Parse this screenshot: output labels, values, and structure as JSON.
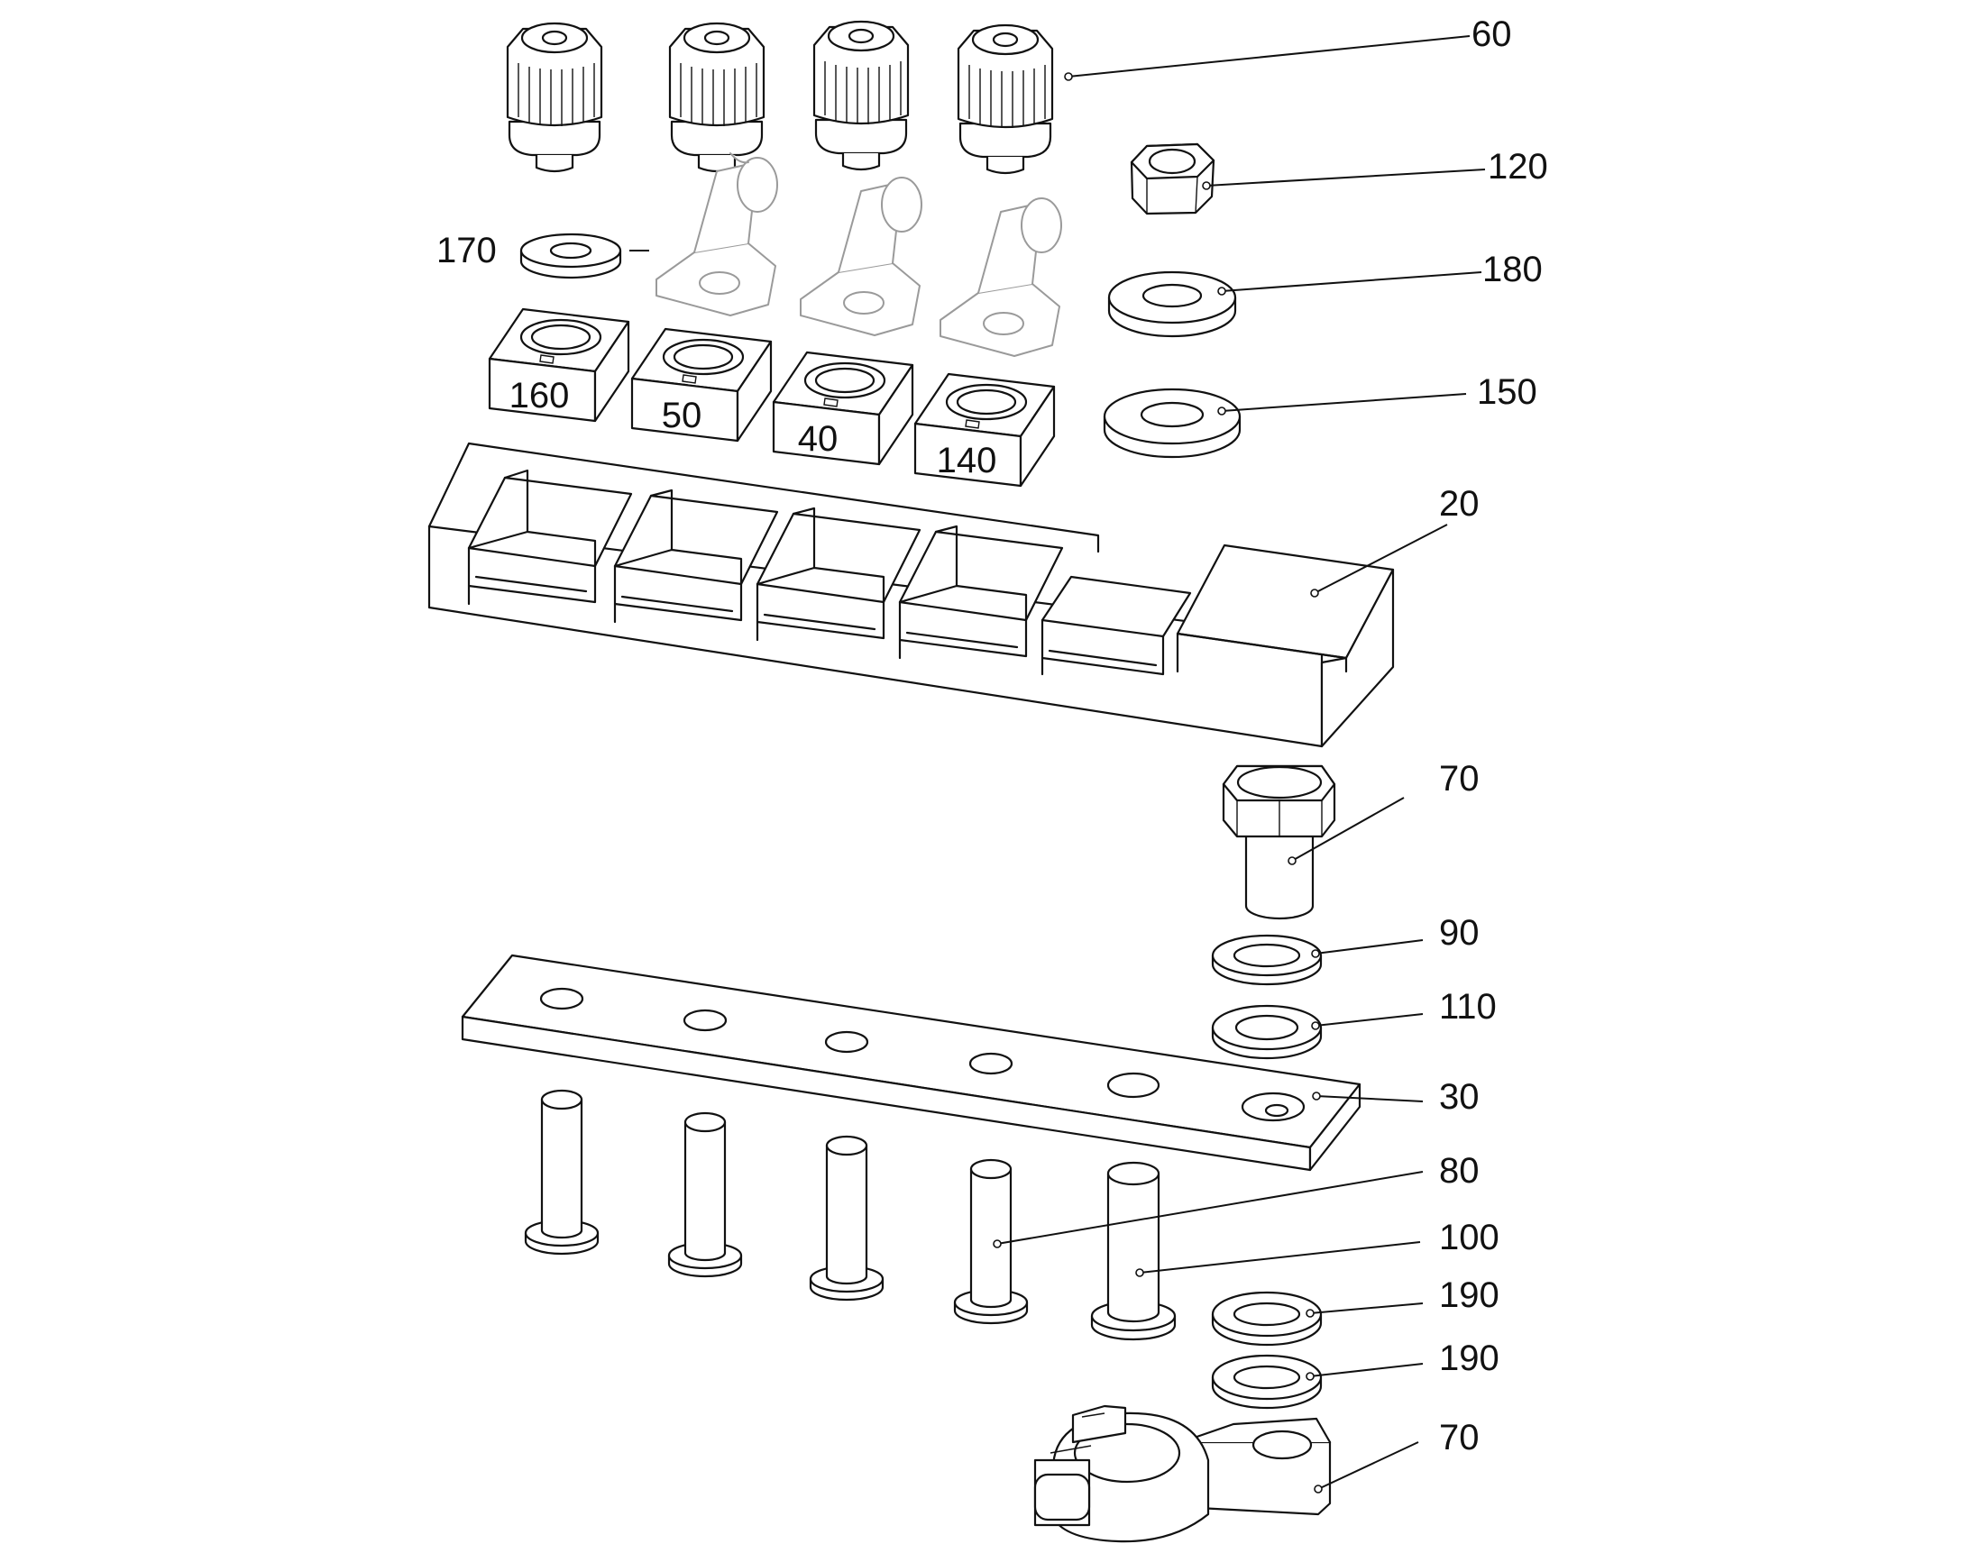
{
  "diagram": {
    "callouts": {
      "nuts": "60",
      "hex_nut": "120",
      "washer_170": "170",
      "washer_180": "180",
      "washer_150": "150",
      "housing": "20",
      "bolt": "70",
      "washer_90": "90",
      "washer_110": "110",
      "bus_bar": "30",
      "pin_80": "80",
      "pin_100": "100",
      "washer_190a": "190",
      "washer_190b": "190",
      "clamp": "70"
    },
    "blocks": [
      "160",
      "50",
      "40",
      "140"
    ]
  }
}
